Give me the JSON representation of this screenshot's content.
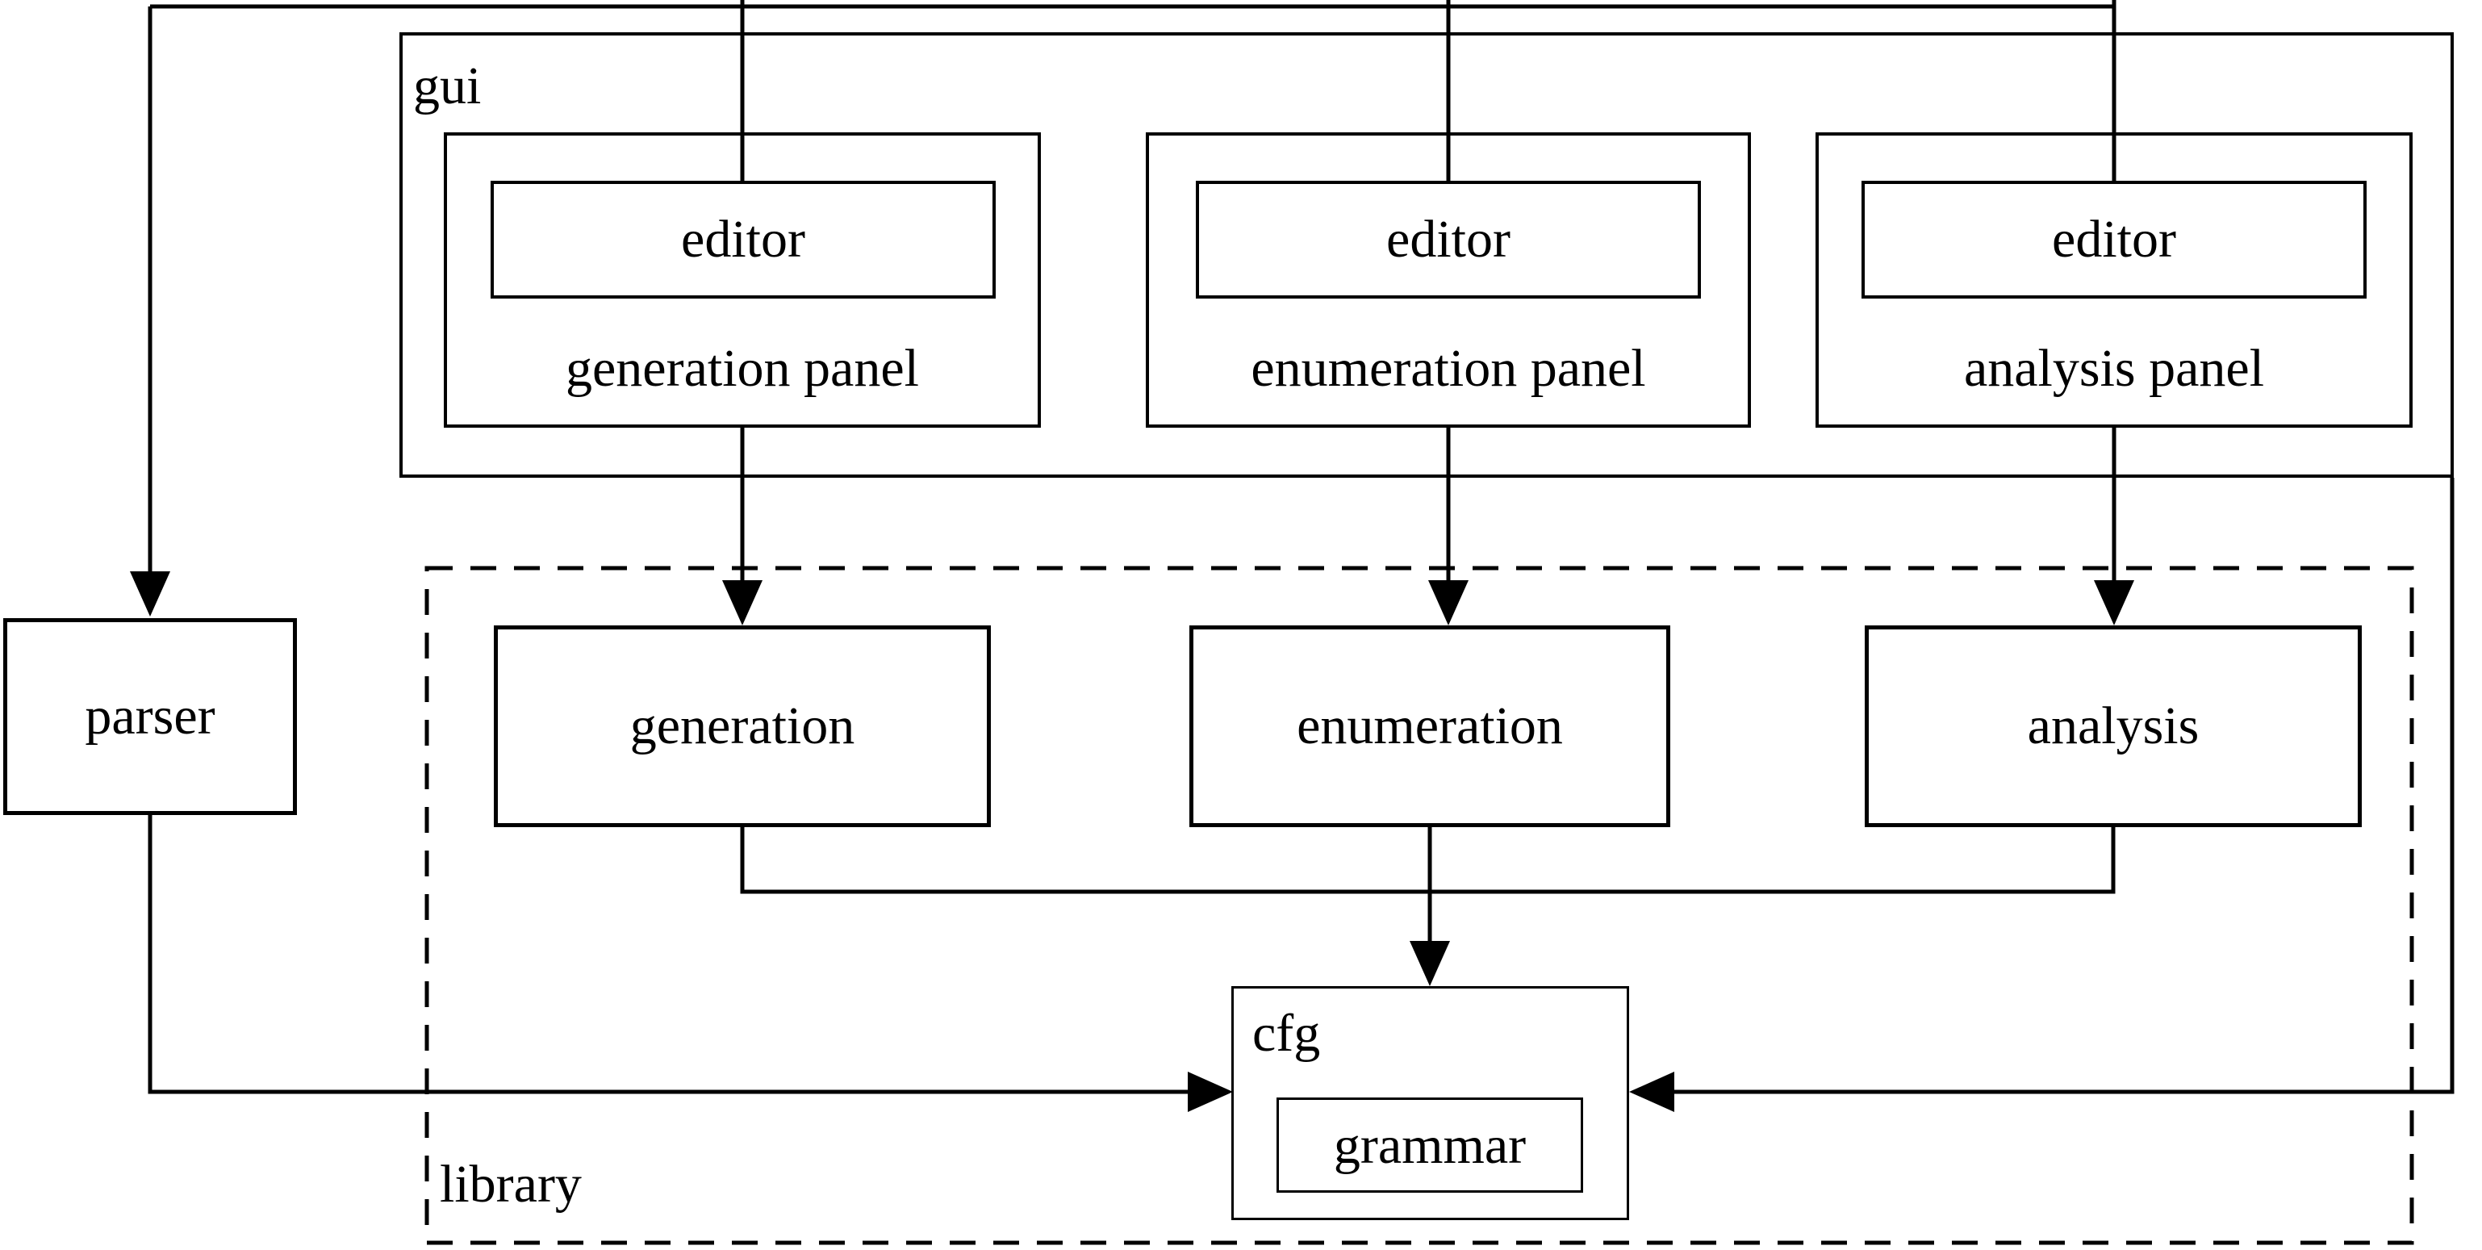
{
  "colors": {
    "line": "#000000",
    "background": "#ffffff",
    "text": "#000000"
  },
  "diagram": {
    "gui": {
      "label": "gui",
      "panels": [
        {
          "label": "generation panel",
          "editor": "editor"
        },
        {
          "label": "enumeration panel",
          "editor": "editor"
        },
        {
          "label": "analysis panel",
          "editor": "editor"
        }
      ]
    },
    "parser": {
      "label": "parser"
    },
    "library": {
      "label": "library",
      "modules": [
        {
          "label": "generation"
        },
        {
          "label": "enumeration"
        },
        {
          "label": "analysis"
        }
      ],
      "cfg": {
        "label": "cfg",
        "grammar": {
          "label": "grammar"
        }
      }
    }
  }
}
